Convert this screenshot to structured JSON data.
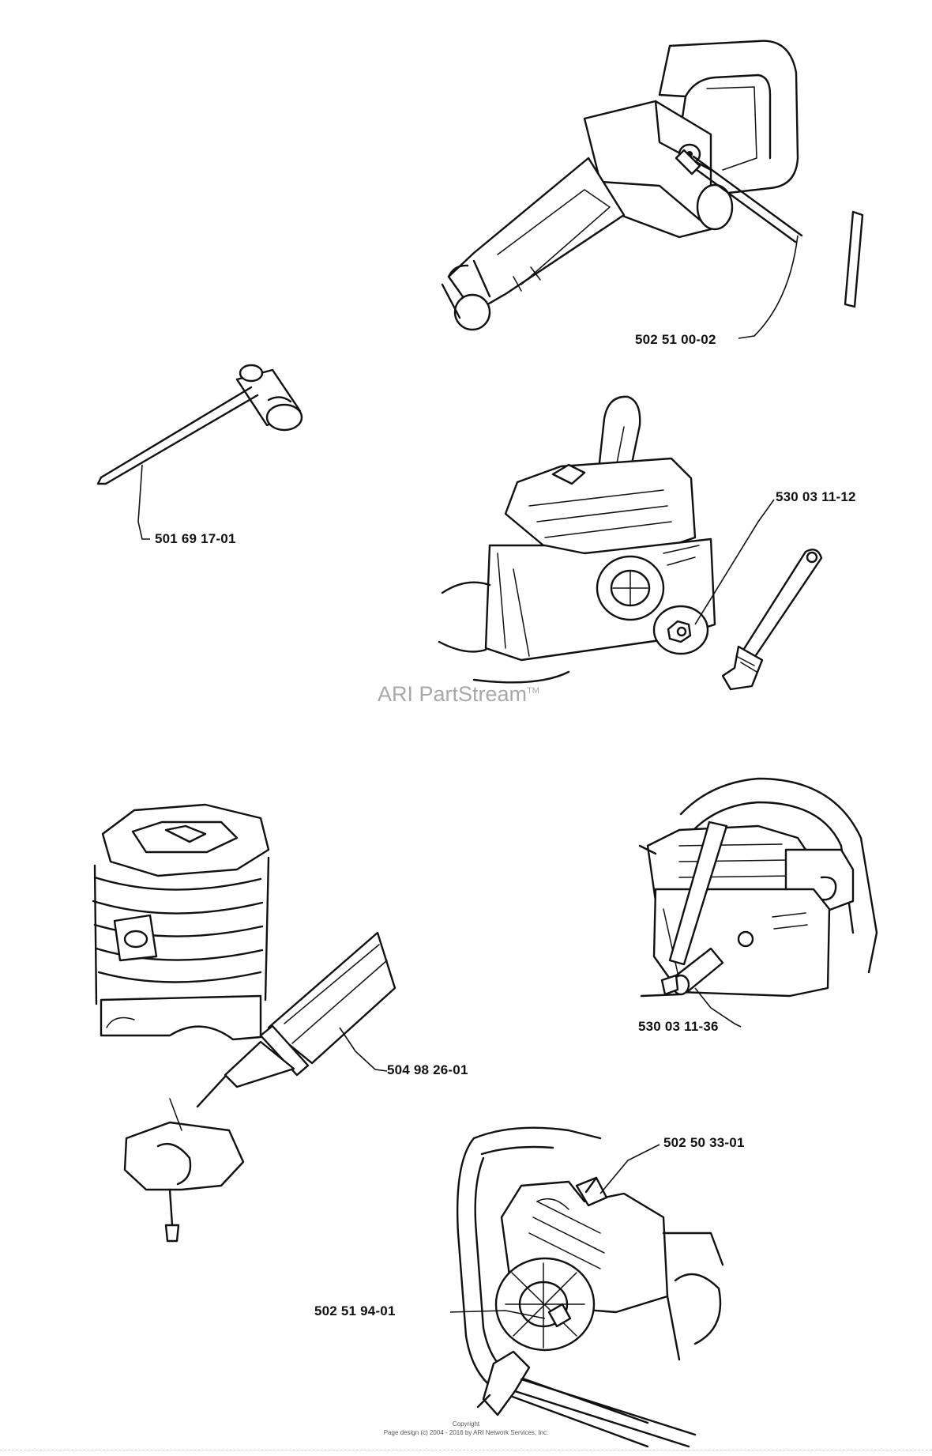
{
  "watermark": {
    "brand": "ARI PartStream",
    "trademark": "TM"
  },
  "footer": {
    "line1": "Copyright",
    "line2": "Page design (c) 2004 - 2016 by ARI Network Services, Inc."
  },
  "parts": [
    {
      "number": "502 51 00-02",
      "tool": "T-handle tool on rear handle"
    },
    {
      "number": "501 69 17-01",
      "tool": "combination spark plug wrench"
    },
    {
      "number": "530 03 11-12",
      "tool": "clutch tool with adjustable wrench"
    },
    {
      "number": "504 98 26-01",
      "tool": "sealant tube on cylinder base"
    },
    {
      "number": "530 03 11-36",
      "tool": "piston stop on saw"
    },
    {
      "number": "502 50 33-01",
      "tool": "flywheel puller"
    },
    {
      "number": "502 51 94-01",
      "tool": "flywheel tool with hammer"
    }
  ]
}
